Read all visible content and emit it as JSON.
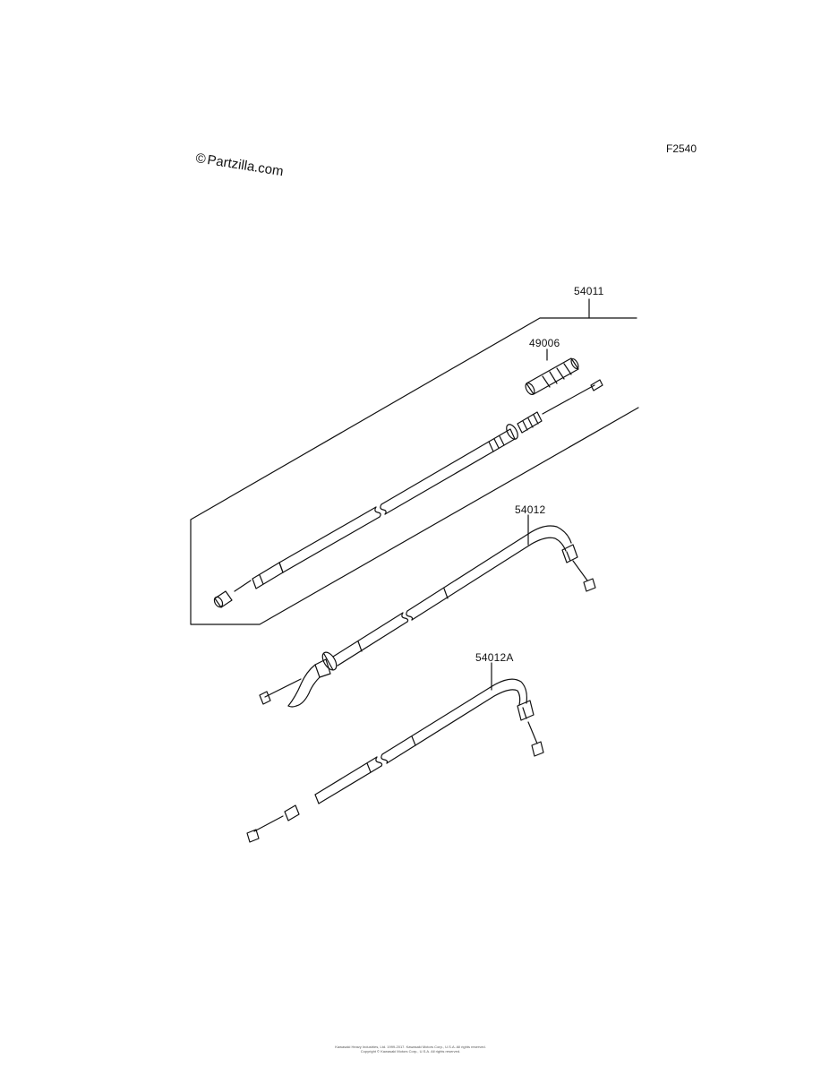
{
  "figure_code": "F2540",
  "watermark": {
    "symbol": "©",
    "text": "Partzilla.com"
  },
  "part_labels": {
    "p54011": "54011",
    "p49006": "49006",
    "p54012": "54012",
    "p54012A": "54012A"
  },
  "footer": {
    "line1": "Kawasaki Heavy Industries, Ltd. 1999-2017. Kawasaki Motors Corp., U.S.A. All rights reserved.",
    "line2": "Copyright © Kawasaki Motors Corp., U.S.A. All rights reserved."
  },
  "colors": {
    "line": "#111111",
    "background": "#ffffff"
  }
}
